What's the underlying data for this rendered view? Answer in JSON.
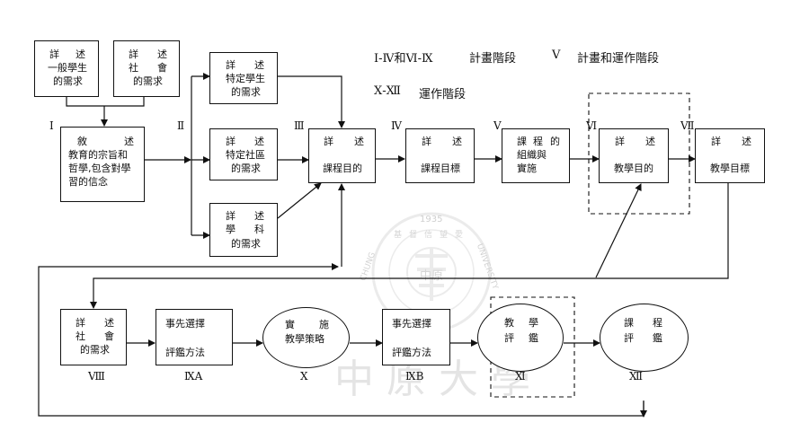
{
  "legend": {
    "line1_a": "Ⅰ-Ⅳ和Ⅵ-Ⅸ",
    "line1_b": "計畫階段",
    "line1_c": "Ⅴ",
    "line1_d": "計畫和運作階段",
    "line2_a": "Ⅹ-Ⅻ",
    "line2_b": "運作階段"
  },
  "stage_labels": {
    "I": "Ⅰ",
    "II": "Ⅱ",
    "III": "Ⅲ",
    "IV": "Ⅳ",
    "V": "Ⅴ",
    "VI": "Ⅵ",
    "VII": "Ⅶ",
    "VIII": "Ⅷ",
    "IXA": "ⅨA",
    "X": "Ⅹ",
    "IXB": "ⅨB",
    "XI": "Ⅺ",
    "XII": "Ⅻ"
  },
  "boxes": {
    "student_needs": {
      "w1": "詳",
      "w2": "述",
      "l2": "一般學生",
      "l3": "的需求"
    },
    "society_needs": {
      "w1": "詳",
      "w2": "述",
      "l2a": "社",
      "l2b": "會",
      "l3": "的需求"
    },
    "philosophy": {
      "w1": "敘",
      "w2": "述",
      "l2": "教育的宗旨和",
      "l3": "哲學,包含對學",
      "l4": "習的信念"
    },
    "specific_students": {
      "w1": "詳",
      "w2": "述",
      "l2": "特定學生",
      "l3": "的需求"
    },
    "specific_community": {
      "w1": "詳",
      "w2": "述",
      "l2": "特定社區",
      "l3": "的需求"
    },
    "subject": {
      "w1": "詳",
      "w2": "述",
      "l2a": "學",
      "l2b": "科",
      "l3": "的需求"
    },
    "curriculum_goals": {
      "w1": "詳",
      "w2": "述",
      "l2": "課程目的"
    },
    "curriculum_objectives": {
      "w1": "詳",
      "w2": "述",
      "l2": "課程目標"
    },
    "organization": {
      "l1a": "課",
      "l1b": "程",
      "l1c": "的",
      "l2": "組織與",
      "l3": "實施"
    },
    "instructional_goals": {
      "w1": "詳",
      "w2": "述",
      "l2": "教學目的"
    },
    "instructional_objectives": {
      "w1": "詳",
      "w2": "述",
      "l2": "教學目標"
    },
    "society_needs_2": {
      "w1": "詳",
      "w2": "述",
      "l2a": "社",
      "l2b": "會",
      "l3": "的需求"
    },
    "preselect_a": {
      "l1": "事先選擇",
      "l2": "評鑑方法"
    },
    "preselect_b": {
      "l1": "事先選擇",
      "l2": "評鑑方法"
    }
  },
  "ellipses": {
    "implement": {
      "w1": "實",
      "w2": "施",
      "l2": "教學策略"
    },
    "instr_eval": {
      "w1": "教",
      "w2": "學",
      "l2a": "評",
      "l2b": "鑑"
    },
    "curr_eval": {
      "w1": "課",
      "w2": "程",
      "l2a": "評",
      "l2b": "鑑"
    }
  },
  "watermark": {
    "year": "1935",
    "left_text": "CHUNG",
    "right_text": "UNIVERSITY",
    "top_chars": "基督信望愛",
    "logo_mark": "中原",
    "name_chars": "中原大學"
  }
}
